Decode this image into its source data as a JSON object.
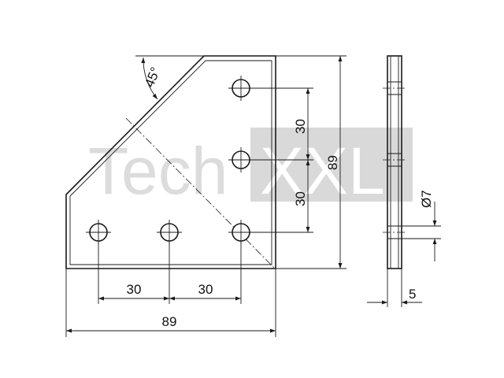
{
  "drawing": {
    "angle_label": "45°",
    "height_label": "89",
    "width_label": "89",
    "vertical_pitch_top": "30",
    "vertical_pitch_bottom": "30",
    "horizontal_pitch_left": "30",
    "horizontal_pitch_right": "30",
    "hole_diameter_label": "Ø7",
    "thickness_label": "5"
  },
  "watermark": {
    "part1": "Tech",
    "part2": "XXL"
  },
  "colors": {
    "line": "#1a1a1a",
    "watermark_light": "#dcdcdc",
    "watermark_box": "#d9d9d9",
    "watermark_box_text": "#ffffff"
  }
}
